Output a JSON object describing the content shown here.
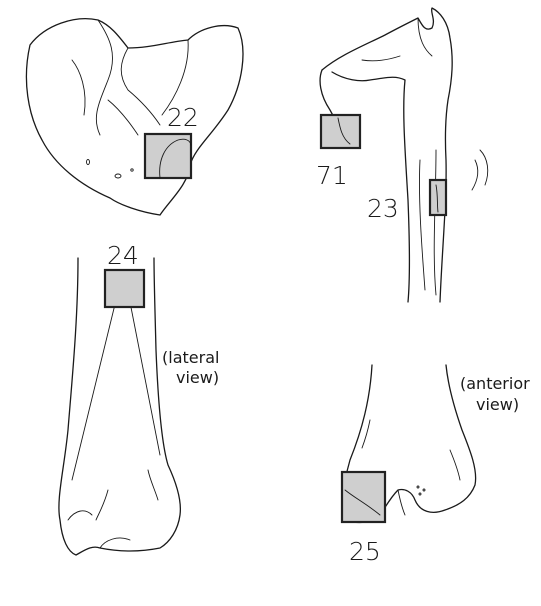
{
  "regions": [
    {
      "id": "22",
      "label": "22",
      "fill": "#cfcfcf"
    },
    {
      "id": "71",
      "label": "71",
      "fill": "#cfcfcf"
    },
    {
      "id": "23",
      "label": "23",
      "fill": "#cfcfcf"
    },
    {
      "id": "24",
      "label": "24",
      "fill": "#cfcfcf"
    },
    {
      "id": "25",
      "label": "25",
      "fill": "#cfcfcf"
    }
  ],
  "views": {
    "lateral": {
      "line1": "(lateral",
      "line2": "view)"
    },
    "anterior": {
      "line1": "(anterior",
      "line2": "view)"
    }
  }
}
